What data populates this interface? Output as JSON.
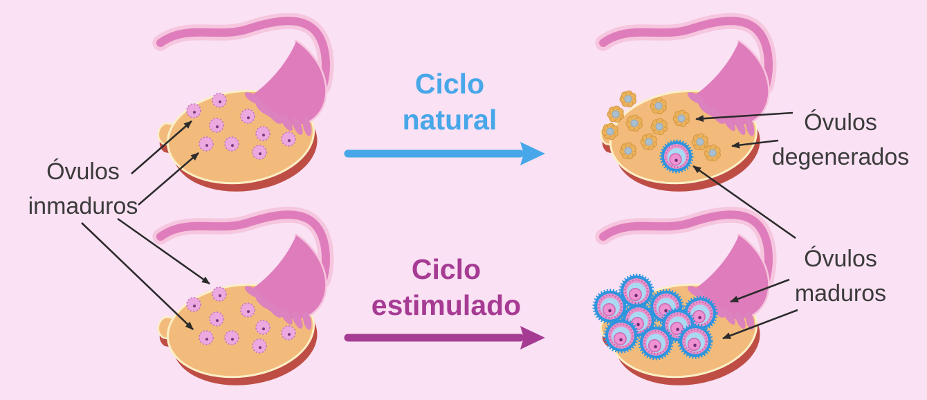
{
  "background_color": "#FAE1F4",
  "cycle_natural": {
    "line1": "Ciclo",
    "line2": "natural",
    "color": "#47A7E8"
  },
  "cycle_stimulated": {
    "line1": "Ciclo",
    "line2": "estimulado",
    "color": "#A63B93"
  },
  "labels": {
    "immature": {
      "line1": "Óvulos",
      "line2": "inmaduros"
    },
    "degenerated": {
      "line1": "Óvulos",
      "line2": "degenerados"
    },
    "mature": {
      "line1": "Óvulos",
      "line2": "maduros"
    }
  },
  "colors": {
    "label_text": "#3B3B3B",
    "annotation_arrow": "#2B2B2B",
    "tube_outline": "#F6C6DE",
    "tube_fill": "#DF7DBC",
    "fimbriae": "#DC82BE",
    "ovary_body": "#F2BB7C",
    "ovary_border": "#FBEFC6",
    "ovary_underside": "#BE4E45",
    "egg_immature_fill": "#ECA9DF",
    "egg_immature_ring": "#C478C2",
    "egg_immature_dot": "#7C3C80",
    "egg_degenerated_petal": "#EBB25D",
    "egg_degenerated_edge": "#D6963F",
    "egg_degenerated_center": "#A9BFD0",
    "egg_degenerated_center_edge": "#90A8BC",
    "egg_mature_outer": "#2E95DE",
    "egg_mature_corona": "#E893CB",
    "egg_mature_corona_dots": "#C05AA8",
    "egg_mature_cytoplasm": "#A9DAF2",
    "egg_mature_core": "#EE92D2",
    "egg_mature_core_edge": "#CE6AB4",
    "egg_mature_dot": "#6F2F78"
  },
  "ovaries": [
    {
      "id": "top-left",
      "type": "immature",
      "immature_count": 9
    },
    {
      "id": "top-right",
      "type": "natural-result",
      "degenerated_count": 11,
      "mature_count": 1
    },
    {
      "id": "bottom-left",
      "type": "immature",
      "immature_count": 9
    },
    {
      "id": "bottom-right",
      "type": "stimulated-result",
      "mature_count": 9
    }
  ]
}
